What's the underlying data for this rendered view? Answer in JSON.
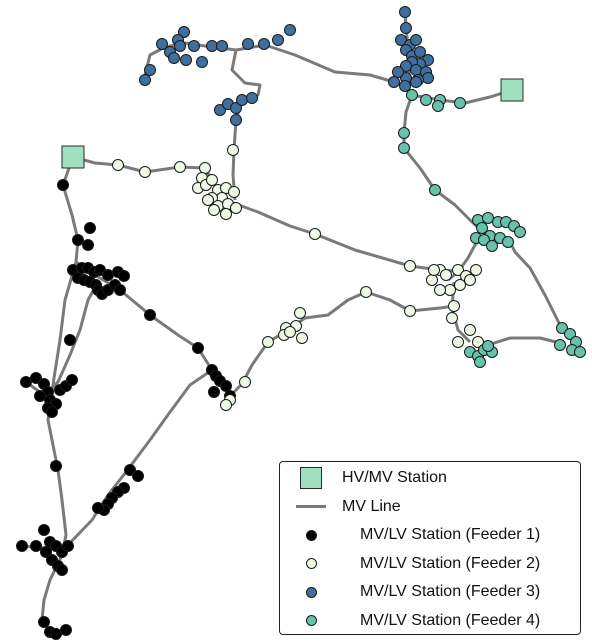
{
  "colors": {
    "line": "#7a7a7a",
    "station": "#9ee0bf",
    "feeder1": "#000000",
    "feeder2": "#eefae6",
    "feeder3": "#3f6f9f",
    "feeder4": "#66c2aa",
    "outline": "#222222"
  },
  "legend": {
    "station": "HV/MV Station",
    "line": "MV Line",
    "feeders": [
      {
        "label": "MV/LV Station (Feeder 1)"
      },
      {
        "label": "MV/LV Station (Feeder 2)"
      },
      {
        "label": "MV/LV Station (Feeder 3)"
      },
      {
        "label": "MV/LV Station (Feeder 4)"
      }
    ]
  }
}
